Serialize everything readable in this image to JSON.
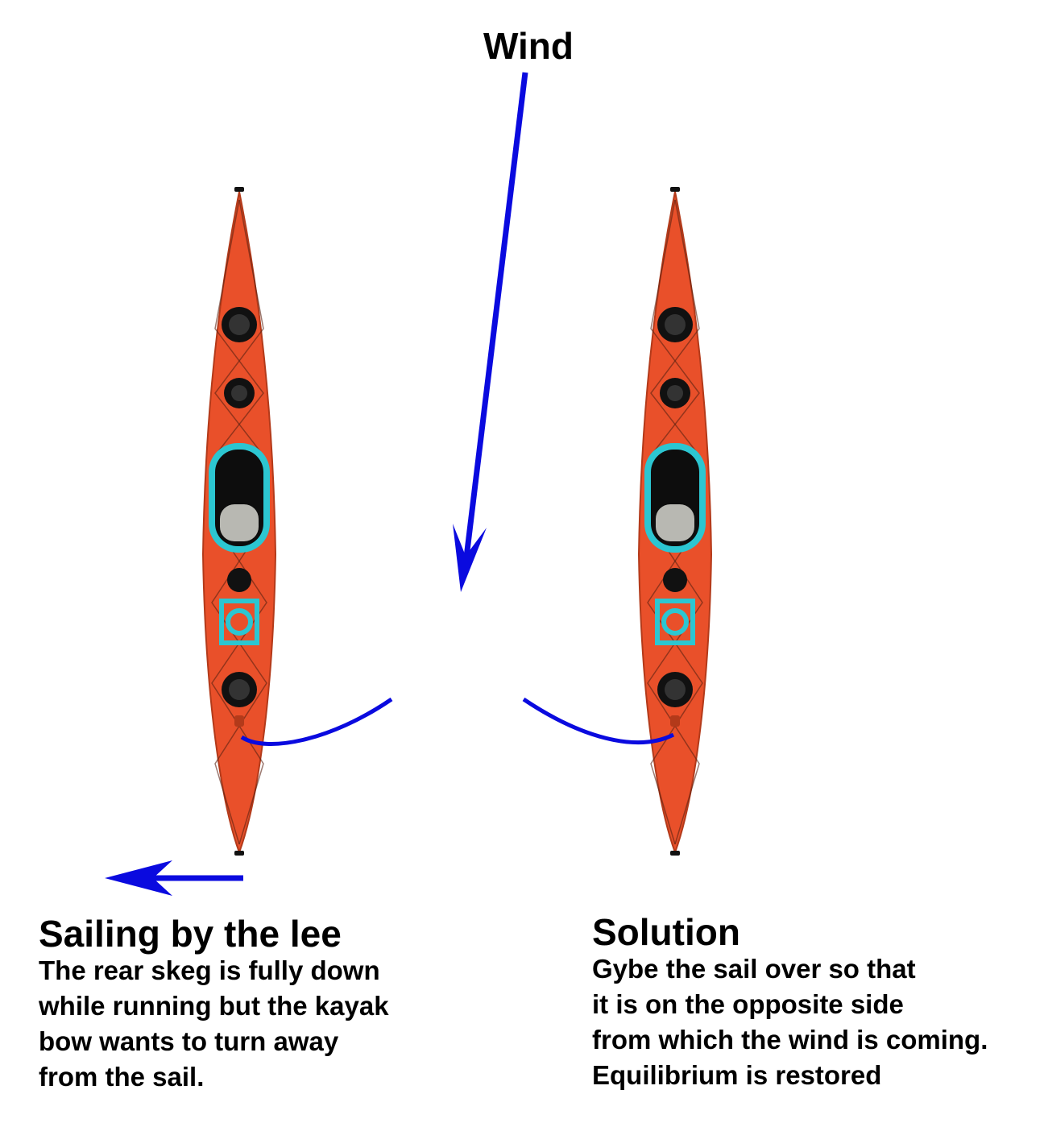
{
  "wind": {
    "label": "Wind"
  },
  "left": {
    "title": "Sailing by the lee",
    "lines": [
      "The rear skeg is fully down",
      "while running but the kayak",
      "bow wants to turn away",
      "from the sail."
    ]
  },
  "right": {
    "title": "Solution",
    "lines": [
      "Gybe the sail over so that",
      "it is on the opposite side",
      "from which the wind is coming.",
      "Equilibrium is restored"
    ]
  },
  "colors": {
    "arrow": "#0a0adf",
    "hull": "#e9502a",
    "hull_edge": "#b33a1a",
    "cockpit_rim": "#2cc6d1",
    "hatch": "#111111"
  },
  "icons": [
    "wind-arrow-icon",
    "drift-arrow-icon",
    "kayak-icon",
    "sail-line-icon"
  ]
}
